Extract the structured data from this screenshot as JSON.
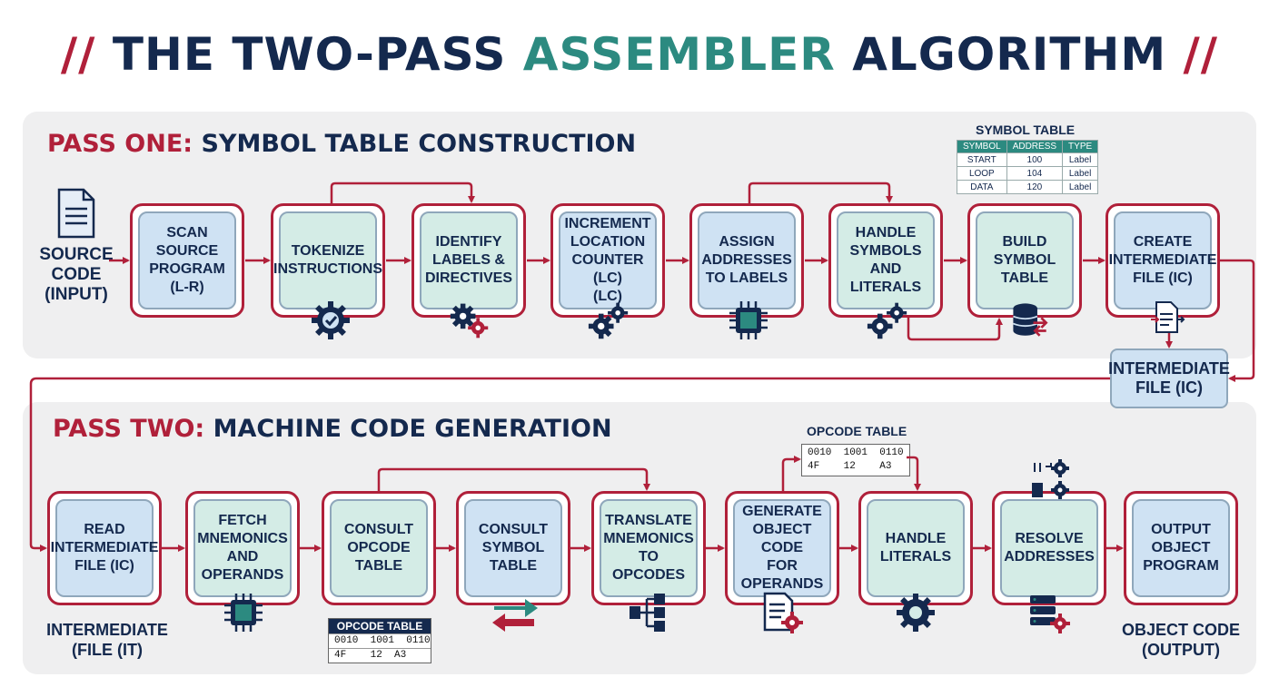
{
  "title": {
    "slashes_left": "//",
    "part1": "THE TWO-PASS ",
    "accent": "ASSEMBLER",
    "part2": " ALGORITHM",
    "slashes_right": "//"
  },
  "pass_one": {
    "heading_lead": "PASS ONE:",
    "heading_rest": " SYMBOL TABLE CONSTRUCTION",
    "input_label": "SOURCE\nCODE\n(INPUT)",
    "steps": [
      {
        "label": "SCAN\nSOURCE\nPROGRAM\n(L-R)",
        "icon": "none"
      },
      {
        "label": "TOKENIZE\nINSTRUCTIONS",
        "icon": "gear-check-icon"
      },
      {
        "label": "IDENTIFY\nLABELS &\nDIRECTIVES",
        "icon": "gears-icon"
      },
      {
        "label": "INCREMENT\nLOCATION\nCOUNTER (LC)\n(LC)",
        "icon": "gears-icon"
      },
      {
        "label": "ASSIGN\nADDRESSES\nTO LABELS",
        "icon": "chip-icon"
      },
      {
        "label": "HANDLE\nSYMBOLS\nAND LITERALS",
        "icon": "gears-icon"
      },
      {
        "label": "BUILD\nSYMBOL\nTABLE",
        "icon": "database-icon"
      },
      {
        "label": "CREATE\nINTERMEDIATE\nFILE (IC)",
        "icon": "document-icon"
      }
    ],
    "symbol_table": {
      "title": "SYMBOL TABLE",
      "columns": [
        "SYMBOL",
        "ADDRESS",
        "TYPE"
      ],
      "rows": [
        [
          "START",
          "100",
          "Label"
        ],
        [
          "LOOP",
          "104",
          "Label"
        ],
        [
          "DATA",
          "120",
          "Label"
        ]
      ]
    }
  },
  "intermediate_box": {
    "label": "INTERMEDIATE\nFILE (IC)"
  },
  "pass_two": {
    "heading_lead": "PASS TWO:",
    "heading_rest": " MACHINE CODE GENERATION",
    "input_label": "INTERMEDIATE\n(FILE (IT)",
    "output_label": "OBJECT CODE\n(OUTPUT)",
    "steps": [
      {
        "label": "READ\nINTERMEDIATE\nFILE (IC)",
        "icon": "none"
      },
      {
        "label": "FETCH\nMNEMONICS\nAND\nOPERANDS",
        "icon": "chip-icon"
      },
      {
        "label": "CONSULT\nOPCODE\nTABLE",
        "icon": "opcode-table"
      },
      {
        "label": "CONSULT\nSYMBOL\nTABLE",
        "icon": "exchange-arrows-icon"
      },
      {
        "label": "TRANSLATE\nMNEMONICS\nTO OPCODES",
        "icon": "tree-icon"
      },
      {
        "label": "GENERATE\nOBJECT CODE\nFOR\nOPERANDS",
        "icon": "document-gear-icon"
      },
      {
        "label": "HANDLE\nLITERALS",
        "icon": "gear-icon"
      },
      {
        "label": "RESOLVE\nADDRESSES",
        "icon": "server-gear-icon"
      },
      {
        "label": "OUTPUT\nOBJECT\nPROGRAM",
        "icon": "none"
      }
    ],
    "opcode_table_top": {
      "title": "OPCODE TABLE",
      "line1": "0010  1001  0110",
      "line2": "4F    12    A3"
    },
    "opcode_table_bottom": {
      "title": "OPCODE TABLE",
      "line1": "0010  1001  0110",
      "line2": "4F    12  A3"
    }
  },
  "colors": {
    "navy": "#14294e",
    "crimson": "#b0203a",
    "teal": "#2c8a80",
    "step_blue": "#cfe2f3",
    "step_teal": "#d4ece6",
    "panel": "#efeff0"
  }
}
